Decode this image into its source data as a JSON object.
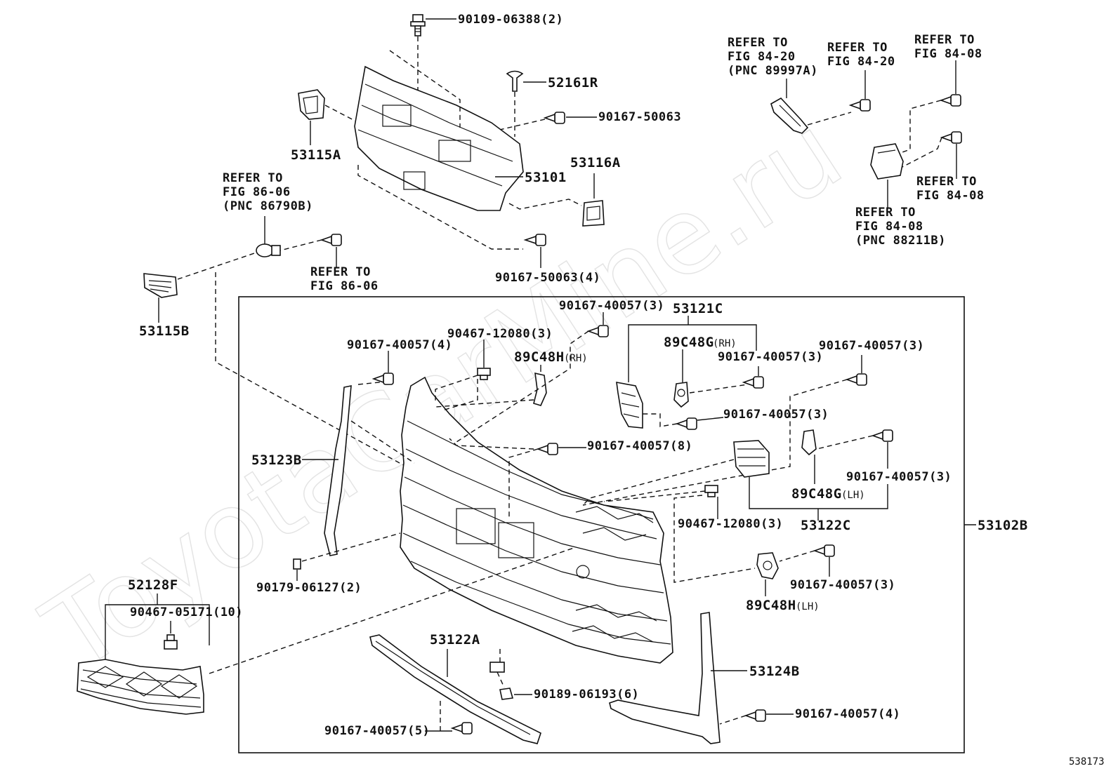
{
  "watermark": "ToyotaCarMine.ru",
  "figure_number": "538173",
  "labels": {
    "bolt_top": "90109-06388(2)",
    "pin_52161R": "52161R",
    "screw_top_right": "90167-50063",
    "bracket_53115A": "53115A",
    "grille_53101": "53101",
    "bracket_53116A": "53116A",
    "screw_bottom": "90167-50063(4)",
    "bracket_53115B": "53115B",
    "grille_52128F": "52128F",
    "clip_905171": "90467-05171(10)",
    "frame_53102B": "53102B",
    "molding_53123B": "53123B",
    "clip_90179": "90179-06127(2)",
    "molding_53122A": "53122A",
    "screw_53122A": "90167-40057(5)",
    "clip_90189": "90189-06193(6)",
    "molding_53124B": "53124B",
    "screw_53124B": "90167-40057(4)",
    "screw_left_upper": "90167-40057(4)",
    "clip_upper": "90467-12080(3)",
    "bracket_89C48H_RH": "89C48H",
    "rh": "(RH)",
    "screw_top_center": "90167-40057(3)",
    "assy_53121C": "53121C",
    "bracket_89C48G_RH": "89C48G",
    "screw_right_rh": "90167-40057(3)",
    "screw_far_right": "90167-40057(3)",
    "screw_mid": "90167-40057(3)",
    "screw_center": "90167-40057(8)",
    "screw_89C48G_LH": "90167-40057(3)",
    "bracket_89C48G_LH": "89C48G",
    "lh": "(LH)",
    "assy_53122C": "53122C",
    "clip_mid": "90467-12080(3)",
    "screw_89C48H_LH": "90167-40057(3)",
    "bracket_89C48H_LH": "89C48H"
  },
  "refer": {
    "refer_86_06_pnc": [
      "REFER TO",
      "FIG 86-06",
      "(PNC 86790B)"
    ],
    "refer_86_06": [
      "REFER TO",
      "FIG 86-06"
    ],
    "refer_84_20_pnc": [
      "REFER TO",
      "FIG 84-20",
      "(PNC 89997A)"
    ],
    "refer_84_20": [
      "REFER TO",
      "FIG 84-20"
    ],
    "refer_84_08_top": [
      "REFER TO",
      "FIG 84-08"
    ],
    "refer_84_08_mid": [
      "REFER TO",
      "FIG 84-08"
    ],
    "refer_84_08_pnc": [
      "REFER TO",
      "FIG 84-08",
      "(PNC 88211B)"
    ]
  }
}
